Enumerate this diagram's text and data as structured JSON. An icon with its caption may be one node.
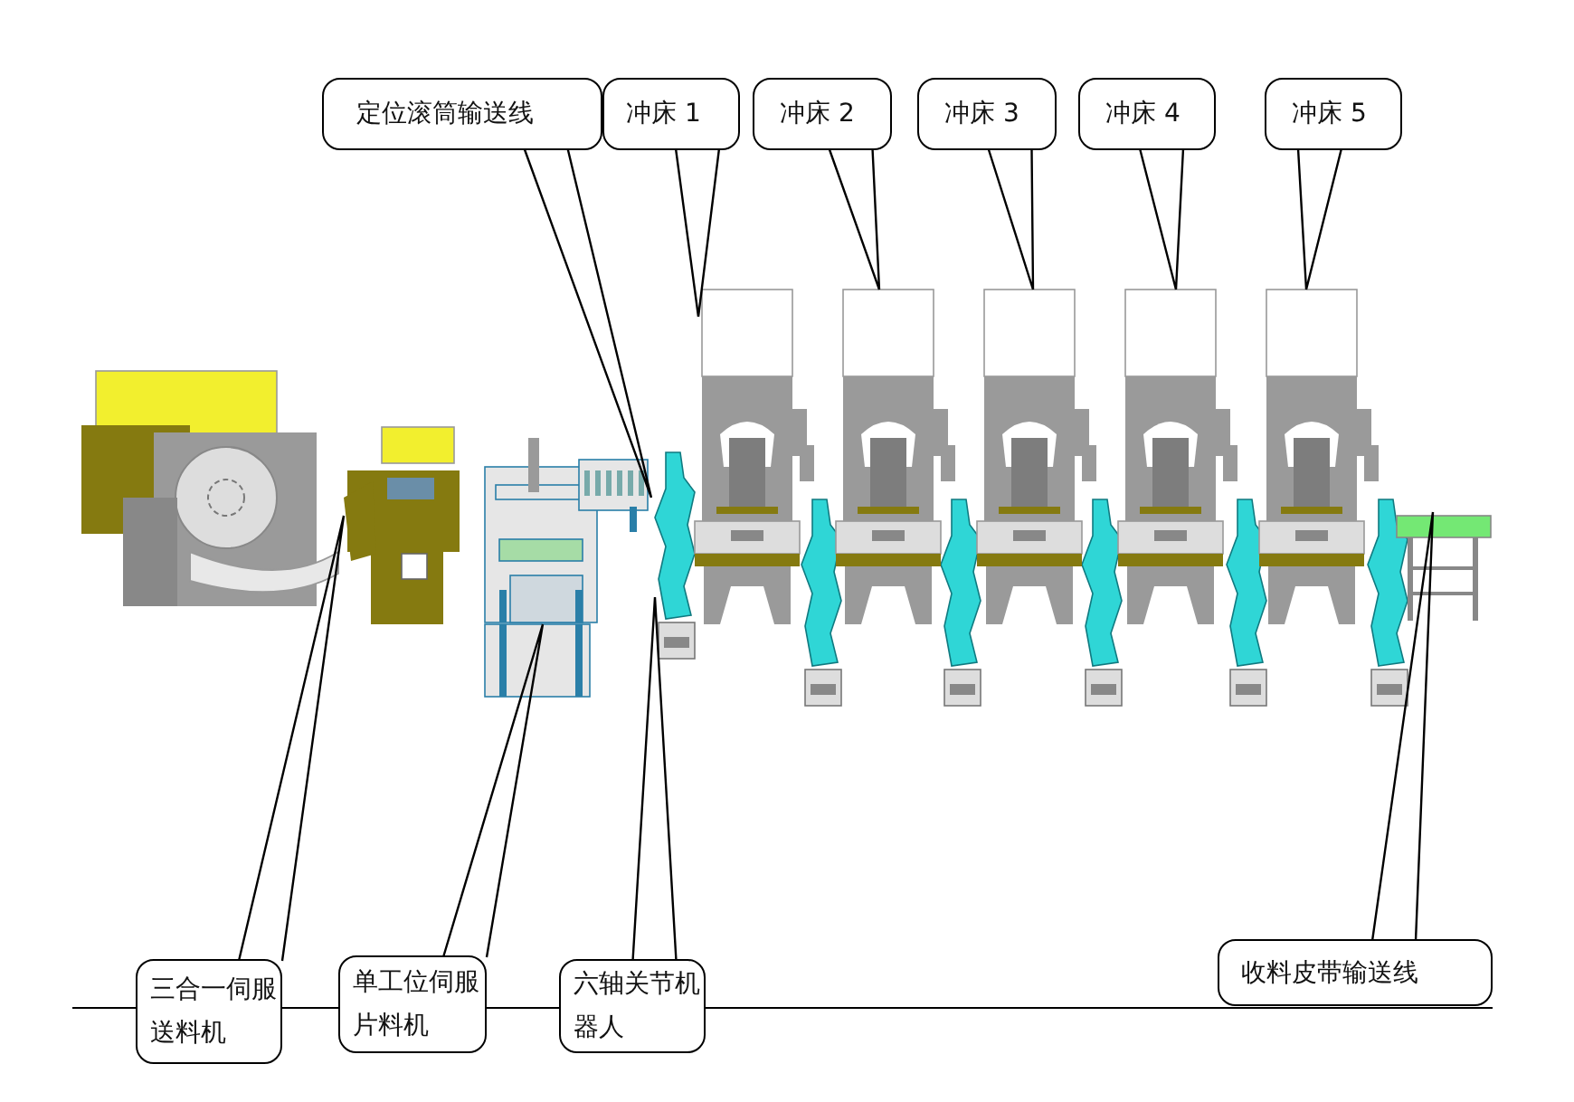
{
  "diagram": {
    "nodes": [
      {
        "text": [
          "定位滚筒输送线"
        ]
      },
      {
        "text": [
          "冲床 1"
        ]
      },
      {
        "text": [
          "冲床 2"
        ]
      },
      {
        "text": [
          "冲床 3"
        ]
      },
      {
        "text": [
          "冲床 4"
        ]
      },
      {
        "text": [
          "冲床 5"
        ]
      },
      {
        "text": [
          "三合一伺服送料机"
        ]
      },
      {
        "text": [
          "单工位伺服片料机"
        ]
      },
      {
        "text": [
          "六轴关节机器人"
        ]
      },
      {
        "text": [
          "收料皮带输送线"
        ]
      },
      {
        "text": [],
        "shape": "picture"
      },
      {
        "text": [],
        "shape": "picture"
      },
      {
        "text": [],
        "shape": "picture"
      },
      {
        "text": [],
        "shape": "picture"
      },
      {
        "text": [],
        "shape": "picture"
      },
      {
        "text": [],
        "shape": "picture"
      },
      {
        "text": [],
        "shape": "picture"
      },
      {
        "text": [],
        "shape": "picture"
      },
      {
        "text": [],
        "shape": "picture"
      },
      {
        "text": [],
        "shape": "picture"
      }
    ],
    "edges": [
      {
        "from": 0,
        "to": 12,
        "arrow": "none"
      },
      {
        "from": 1,
        "to": 14,
        "arrow": "none"
      },
      {
        "from": 2,
        "to": 15,
        "arrow": "none"
      },
      {
        "from": 3,
        "to": 16,
        "arrow": "none"
      },
      {
        "from": 4,
        "to": 17,
        "arrow": "none"
      },
      {
        "from": 5,
        "to": 18,
        "arrow": "none"
      },
      {
        "from": 6,
        "to": 10,
        "arrow": "none"
      },
      {
        "from": 7,
        "to": 11,
        "arrow": "none"
      },
      {
        "from": 8,
        "to": 13,
        "arrow": "none"
      },
      {
        "from": 9,
        "to": 19,
        "arrow": "none"
      }
    ]
  }
}
